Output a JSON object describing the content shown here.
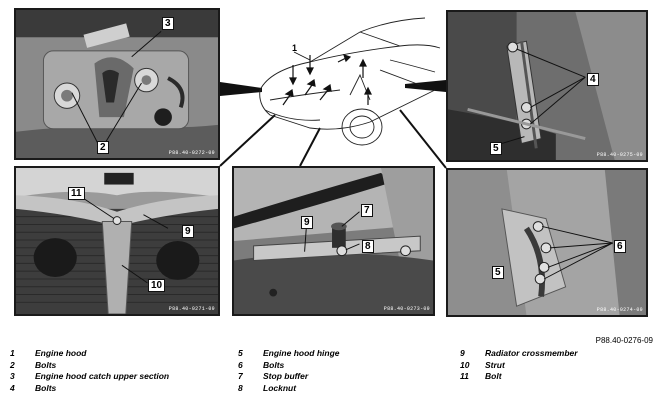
{
  "figure_id": "P88.40-0276-09",
  "panels": {
    "catch": {
      "ref": "P88.40-0272-09",
      "callouts": [
        "3",
        "2"
      ]
    },
    "hinge_b": {
      "ref": "P88.40-0275-09",
      "callouts": [
        "4",
        "5"
      ]
    },
    "cross": {
      "ref": "P88.40-0271-09",
      "callouts": [
        "11",
        "9",
        "10"
      ]
    },
    "hinge": {
      "ref": "P88.40-0273-09",
      "callouts": [
        "9",
        "7",
        "8"
      ]
    },
    "strut": {
      "ref": "P88.40-0274-09",
      "callouts": [
        "6",
        "5"
      ]
    },
    "car": {
      "callouts": [
        "1"
      ]
    }
  },
  "legend": [
    {
      "num": "1",
      "label": "Engine hood"
    },
    {
      "num": "2",
      "label": "Bolts"
    },
    {
      "num": "3",
      "label": "Engine hood catch upper section"
    },
    {
      "num": "4",
      "label": "Bolts"
    },
    {
      "num": "5",
      "label": "Engine hood hinge"
    },
    {
      "num": "6",
      "label": "Bolts"
    },
    {
      "num": "7",
      "label": "Stop buffer"
    },
    {
      "num": "8",
      "label": "Locknut"
    },
    {
      "num": "9",
      "label": "Radiator crossmember"
    },
    {
      "num": "10",
      "label": "Strut"
    },
    {
      "num": "11",
      "label": "Bolt"
    }
  ]
}
